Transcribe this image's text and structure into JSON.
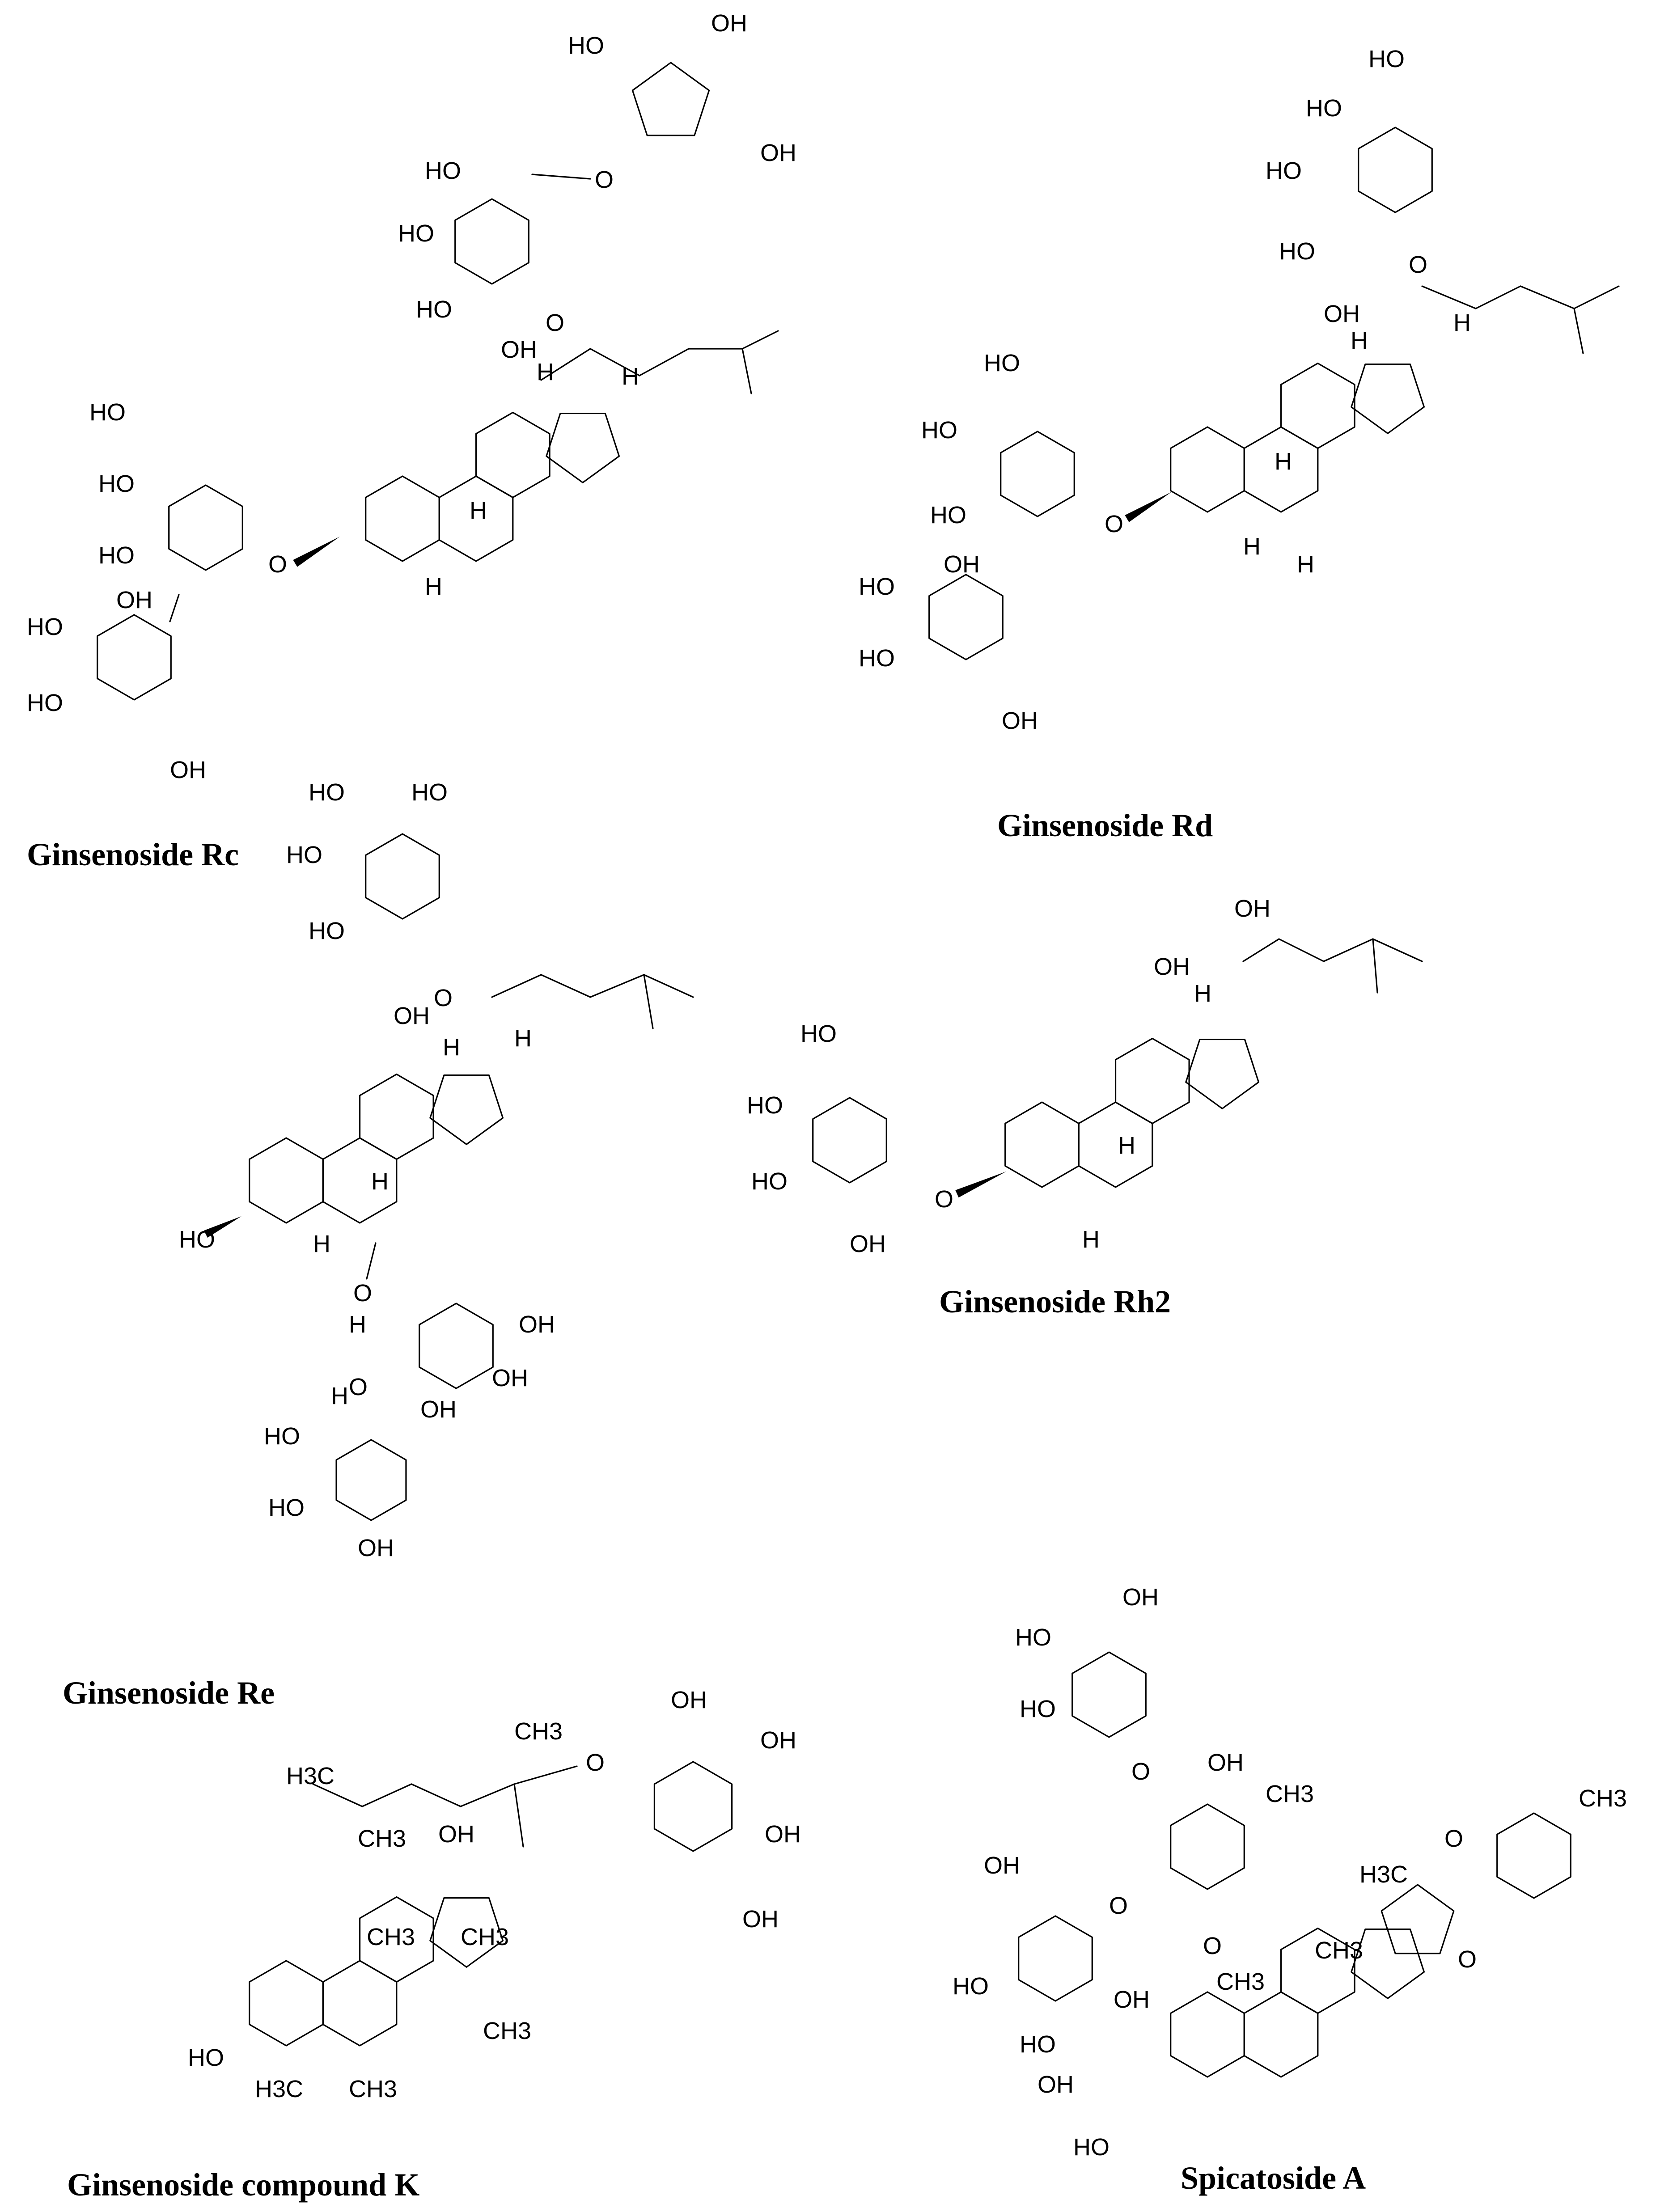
{
  "captions": {
    "rc": "Ginsenoside Rc",
    "rd": "Ginsenoside Rd",
    "re": "Ginsenoside Re",
    "rh2": "Ginsenoside Rh2",
    "ck": "Ginsenoside compound K",
    "spicatoside": "Spicatoside A"
  },
  "atoms": {
    "oh": "OH",
    "ho": "HO",
    "o": "O",
    "h": "H",
    "ch3": "CH3",
    "h3c": "H3C"
  }
}
